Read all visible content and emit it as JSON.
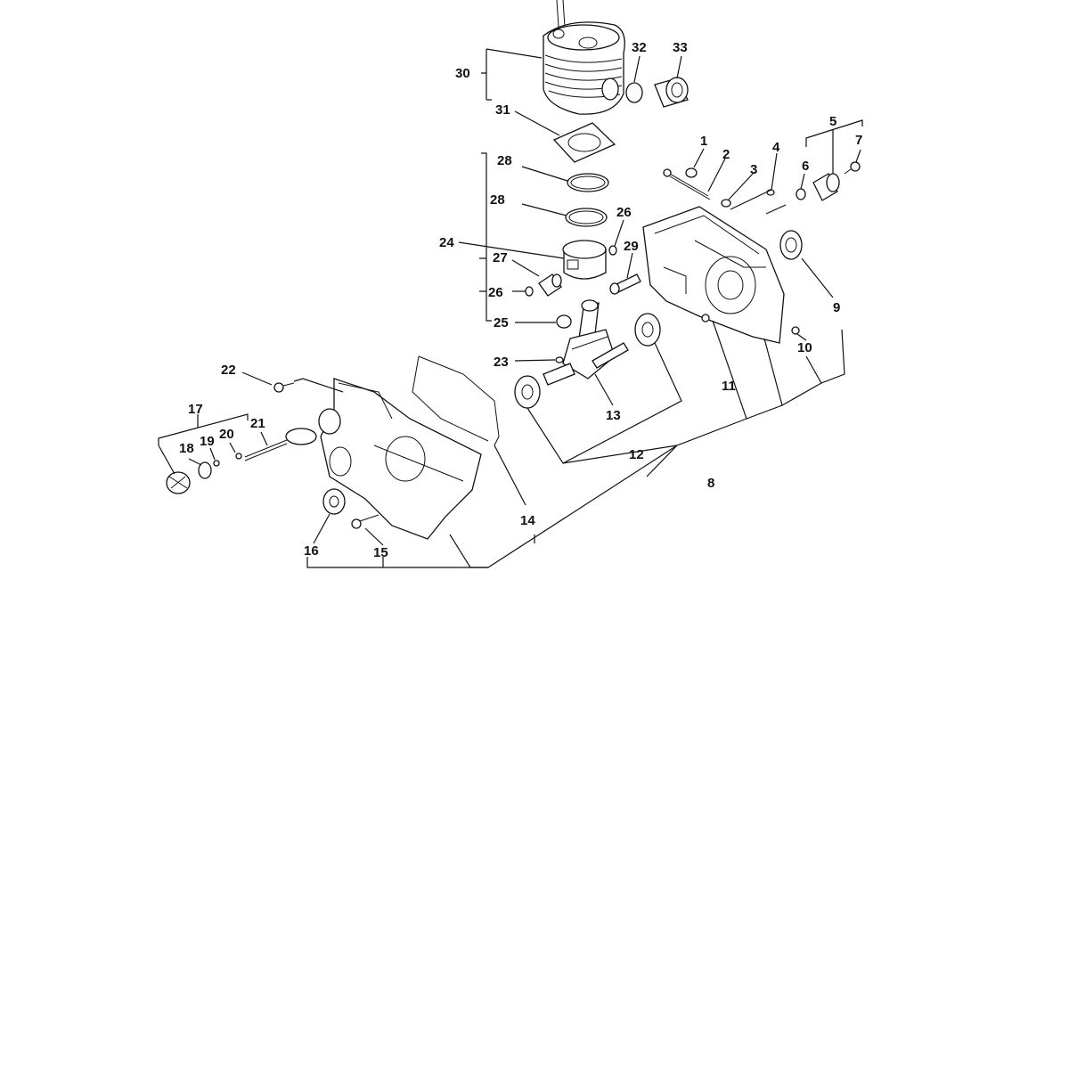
{
  "diagram": {
    "title": "",
    "labels": {
      "l1": "1",
      "l2": "2",
      "l3": "3",
      "l4": "4",
      "l5": "5",
      "l6": "6",
      "l7": "7",
      "l8": "8",
      "l9": "9",
      "l10": "10",
      "l11": "11",
      "l12": "12",
      "l13": "13",
      "l14": "14",
      "l15": "15",
      "l16": "16",
      "l17": "17",
      "l18": "18",
      "l19": "19",
      "l20": "20",
      "l21": "21",
      "l22": "22",
      "l23": "23",
      "l24": "24",
      "l25": "25",
      "l26a": "26",
      "l26b": "26",
      "l27": "27",
      "l28a": "28",
      "l28b": "28",
      "l29": "29",
      "l30": "30",
      "l31": "31",
      "l32": "32",
      "l33": "33"
    }
  }
}
